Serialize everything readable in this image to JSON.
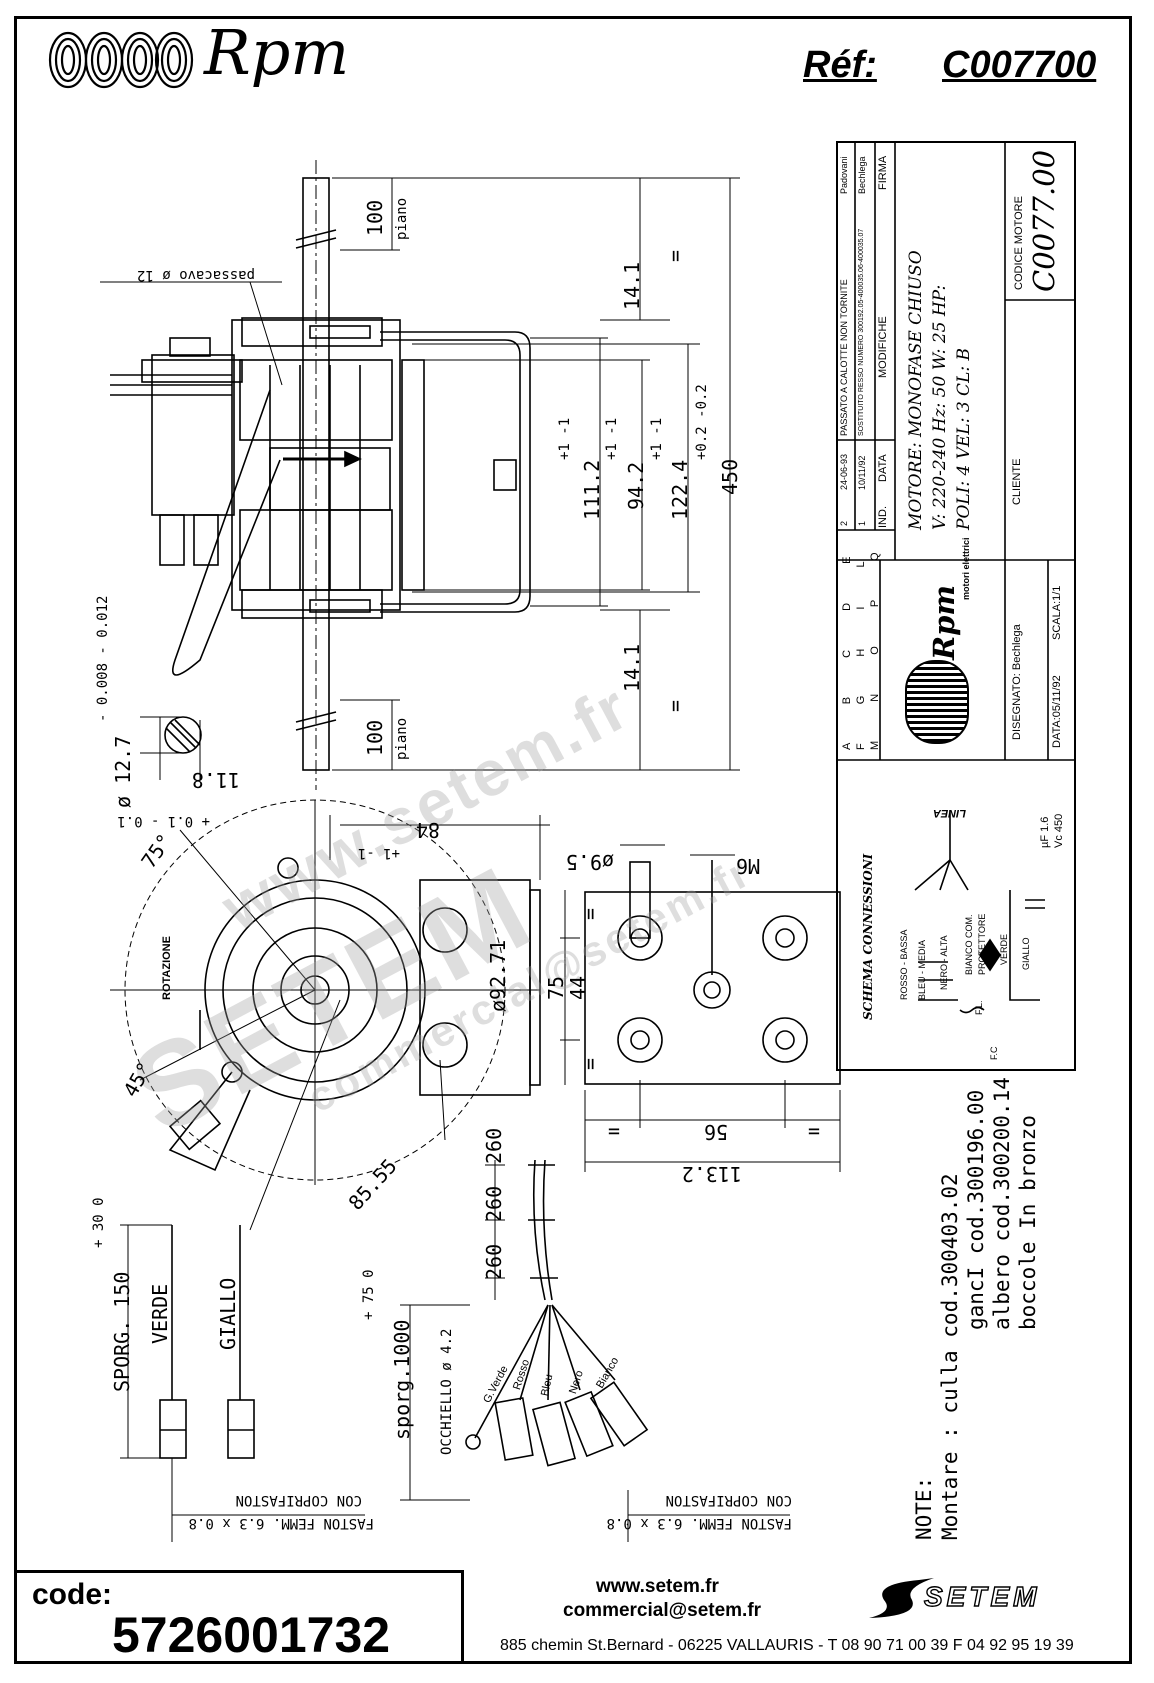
{
  "header": {
    "brand": "Rpm",
    "ref_label": "Réf:",
    "ref_code": "C007700"
  },
  "top_view": {
    "cable_gland": "passacavo ø 12",
    "dim_top_flat": "100",
    "dim_top_flat_label": "piano",
    "dim_bottom_flat": "100",
    "dim_bottom_flat_label": "piano",
    "dim_14_top": "14.1",
    "dim_14_bottom": "14.1",
    "dim_111": "111.2",
    "dim_111_tol": "+1  -1",
    "dim_94": "94.2",
    "dim_94_tol": "+1  -1",
    "dim_122": "122.4",
    "dim_122_tol": "+1  -1",
    "dim_450": "450",
    "dim_450_tol": "+0.2  -0.2",
    "equal_top": "=",
    "equal_bottom": "="
  },
  "shaft_section": {
    "diameter": "ø 12.7",
    "diameter_tol": "- 0.008  - 0.012",
    "flat": "11.8",
    "flat_tol": "+ 0.1  - 0.1"
  },
  "front_view": {
    "angle_75": "75°",
    "angle_45": "45°",
    "rotation": "ROTAZIONE",
    "dim_84": "84",
    "dim_84_tol": "+1  -1",
    "dim_9_5": "ø9.5",
    "dim_m6": "M6",
    "dim_92_71": "ø92.71",
    "dim_75": "75",
    "dim_44": "44",
    "dim_85_55": "85.55",
    "dim_56": "56",
    "dim_113": "113.2",
    "equal_left": "=",
    "equal_right": "=",
    "equal_top": "=",
    "equal_bottom": "="
  },
  "leads": {
    "seg_1": "260",
    "seg_2": "260",
    "seg_3": "260",
    "wire_green": "G.Verde",
    "wire_red": "Rosso",
    "wire_blue": "Bleu",
    "wire_black": "Nero",
    "wire_white": "Bianco",
    "eyelet": "OCCHIELLO ø 4.2",
    "length": "sporg.1000",
    "length_tol": "+ 75   0",
    "faston_right_1": "CON COPRIFASTON",
    "faston_right_2": "FASTON FEMM. 6.3 x 0.8"
  },
  "capacitor_leads": {
    "length": "SPORG. 150",
    "length_tol": "+ 30   0",
    "verde": "VERDE",
    "giallo": "GIALLO",
    "faston_left_1": "CON COPRIFASTON",
    "faston_left_2": "FASTON FEMM. 6.3 x 0.8"
  },
  "notes": {
    "title": "NOTE:",
    "line_1": "Montare :  culla cod.300403.02",
    "line_2": "gancI cod.300196.00",
    "line_3": "albero cod.300200.14",
    "line_4": "boccole In bronzo"
  },
  "schema": {
    "title": "SCHEMA CONNESSIONI",
    "linea": "LINEA",
    "cap_uf": "µF 1.6",
    "cap_vc": "Vc 450",
    "w_rosso": "ROSSO - BASSA",
    "w_bleu": "BLEU - MEDIA",
    "w_nero": "NERO - ALTA",
    "w_bianco": "BIANCO COM.",
    "w_prot": "PROTETTORE",
    "w_verde": "VERDE",
    "w_giallo": "GIALLO",
    "fl": "F.L.",
    "fc": "F.C"
  },
  "title_block": {
    "motor_type": "MOTORE: MONOFASE CHIUSO",
    "spec_1": "V: 220-240    Hz: 50    W: 25  HP:",
    "spec_2": "POLI: 4    VEL: 3    CL: B",
    "cliente": "CLIENTE",
    "codice_label": "CODICE MOTORE",
    "codice": "C0077.00",
    "ind": "IND.",
    "data": "DATA",
    "modifiche": "MODIFICHE",
    "firma": "FIRMA",
    "rev_2": "2",
    "rev_2_date": "24-06-93",
    "rev_2_text": "PASSATO A CALOTTE NON TORNITE",
    "rev_2_sig": "Padovani",
    "rev_1": "1",
    "rev_1_date": "10/11/92",
    "rev_1_text": "SOSTITUITO RESSO NUMERO 300192.05-400035.06-400035.07",
    "rev_1_sig": "Bechlega",
    "letters_1": "A B C D E",
    "letters_2": "F G H I L",
    "letters_3": "M N O P Q",
    "disegnato": "DISEGNATO: Bechlega",
    "data_draw": "DATA:05/11/92",
    "scala": "SCALA:1/1",
    "logo_brand": "Rpm",
    "logo_sub": "motori elettrici"
  },
  "watermarks": {
    "w1": "www.setem.fr",
    "w2": "SETEM",
    "w3": "commercial@setem.fr"
  },
  "footer": {
    "code_label": "code:",
    "code_value": "5726001732",
    "website": "www.setem.fr",
    "email": "commercial@setem.fr",
    "address": "885 chemin St.Bernard  -  06225 VALLAURIS  -  T 08 90 71 00 39   F 04 92 95 19 39",
    "setem_logo": "SETEM"
  },
  "icons": {
    "header_logo": "rpm-coils-icon",
    "footer_logo": "setem-swoosh-icon"
  }
}
